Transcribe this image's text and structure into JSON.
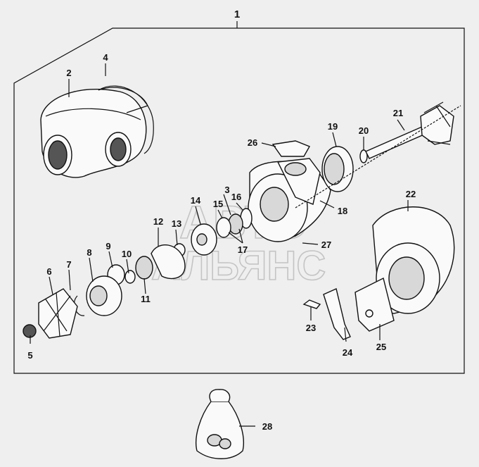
{
  "watermark": {
    "line1": "АВТО",
    "line2": "АЛЬЯНС"
  },
  "callouts": {
    "c1": "1",
    "c2": "2",
    "c3": "3",
    "c4": "4",
    "c5": "5",
    "c6": "6",
    "c7": "7",
    "c8": "8",
    "c9": "9",
    "c10": "10",
    "c11": "11",
    "c12": "12",
    "c13": "13",
    "c14": "14",
    "c15": "15",
    "c16": "16",
    "c17": "17",
    "c18": "18",
    "c19": "19",
    "c20": "20",
    "c21": "21",
    "c22": "22",
    "c23": "23",
    "c24": "24",
    "c25": "25",
    "c26": "26",
    "c27": "27",
    "c28": "28"
  }
}
